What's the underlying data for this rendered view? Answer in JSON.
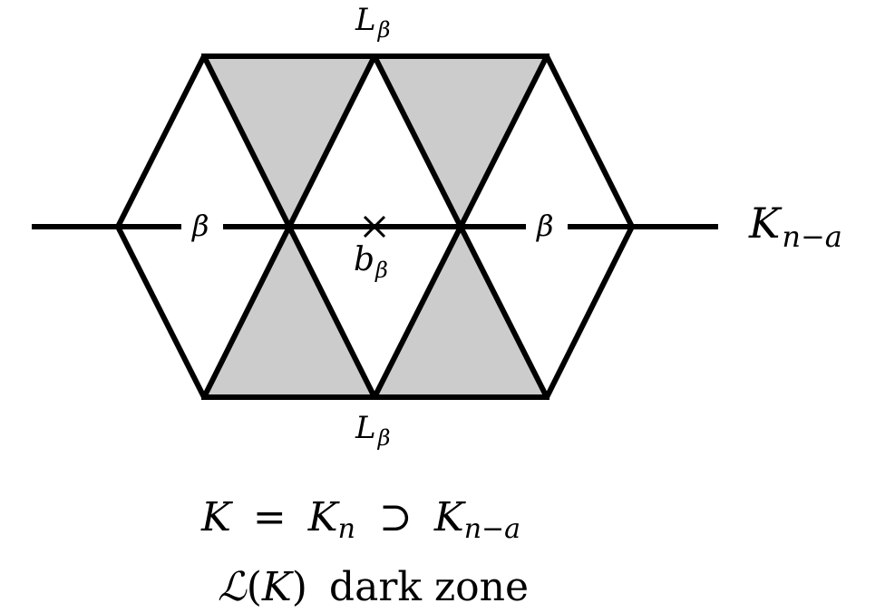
{
  "labels": {
    "top_l": "L",
    "top_sub": "β",
    "bottom_l": "L",
    "bottom_sub": "β",
    "beta_left": "β",
    "beta_right": "β",
    "center_b": "b",
    "center_sub": "β",
    "k_main": "K",
    "k_sub": "n−a"
  },
  "caption": {
    "line1": {
      "k": "K",
      "eq": "=",
      "kn": "K",
      "kn_sub": "n",
      "sup": "⊃",
      "kna": "K",
      "kna_sub": "n−a"
    },
    "line2": {
      "script_l": "ℒ",
      "open": "(",
      "k": "K",
      "close": ")",
      "text": "dark zone"
    }
  },
  "colors": {
    "shade": "#cccccc",
    "stroke": "#000000"
  }
}
